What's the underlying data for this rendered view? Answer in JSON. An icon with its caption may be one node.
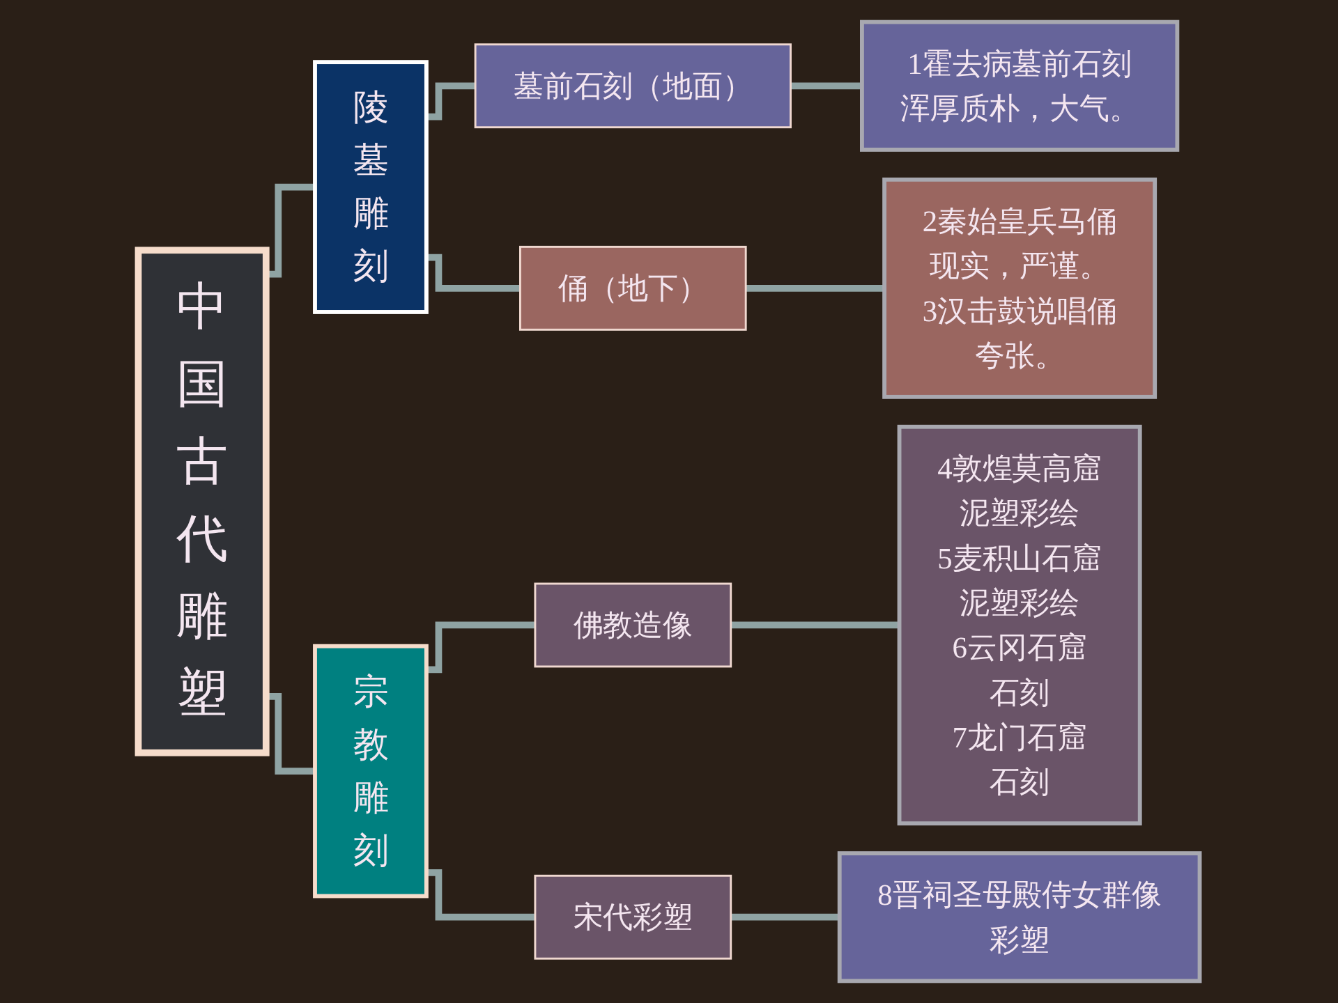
{
  "diagram": {
    "nodes": [
      {
        "text": [
          "中国古代雕塑"
        ]
      },
      {
        "text": [
          "陵墓雕刻"
        ]
      },
      {
        "text": [
          "宗教雕刻"
        ]
      },
      {
        "text": [
          "墓前石刻（地面）"
        ]
      },
      {
        "text": [
          "俑（地下）"
        ]
      },
      {
        "text": [
          "佛教造像"
        ]
      },
      {
        "text": [
          "宋代彩塑"
        ]
      },
      {
        "text": [
          "1霍去病墓前石刻",
          "浑厚质朴，大气。"
        ]
      },
      {
        "text": [
          "2秦始皇兵马俑",
          "现实，严谨。",
          "3汉击鼓说唱俑",
          "夸张。"
        ]
      },
      {
        "text": [
          "4敦煌莫高窟",
          "泥塑彩绘",
          "5麦积山石窟",
          "泥塑彩绘",
          "6云冈石窟",
          "石刻",
          "7龙门石窟",
          "石刻"
        ]
      },
      {
        "text": [
          "8晋祠圣母殿侍女群像",
          "彩塑"
        ]
      }
    ],
    "edges": [
      {
        "from": 0,
        "to": 1,
        "arrow": "none"
      },
      {
        "from": 0,
        "to": 2,
        "arrow": "none"
      },
      {
        "from": 1,
        "to": 3,
        "arrow": "none"
      },
      {
        "from": 1,
        "to": 4,
        "arrow": "none"
      },
      {
        "from": 2,
        "to": 5,
        "arrow": "none"
      },
      {
        "from": 2,
        "to": 6,
        "arrow": "none"
      },
      {
        "from": 3,
        "to": 7,
        "arrow": "none"
      },
      {
        "from": 4,
        "to": 8,
        "arrow": "none"
      },
      {
        "from": 5,
        "to": 9,
        "arrow": "none"
      },
      {
        "from": 6,
        "to": 10,
        "arrow": "none"
      }
    ]
  }
}
